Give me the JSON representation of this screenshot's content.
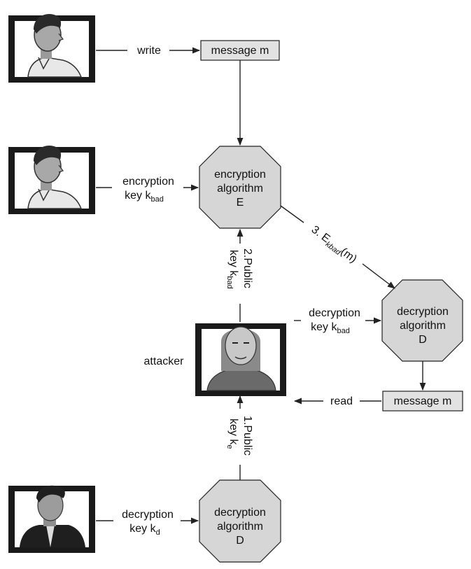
{
  "labels": {
    "write": "write",
    "message_top": "message m",
    "enc_key_line1": "encryption",
    "enc_key_line2": "key k",
    "enc_key_sub": "bad",
    "enc_alg_line1": "encryption",
    "enc_alg_line2": "algorithm",
    "enc_alg_line3": "E",
    "step3_prefix": "3. E",
    "step3_sub": "kbad",
    "step3_suffix": "(m)",
    "step2_line1": "2.Public",
    "step2_line2": "key k",
    "step2_sub": "bad",
    "dec_key_bad_line1": "decryption",
    "dec_key_bad_line2": "key k",
    "dec_key_bad_sub": "bad",
    "dec_alg_right_line1": "decryption",
    "dec_alg_right_line2": "algorithm",
    "dec_alg_right_line3": "D",
    "attacker": "attacker",
    "read": "read",
    "message_bottom": "message m",
    "step1_line1": "1.Public",
    "step1_line2": "key k",
    "step1_sub": "e",
    "dec_key_d_line1": "decryption",
    "dec_key_d_line2": "key k",
    "dec_key_d_sub": "d",
    "dec_alg_bottom_line1": "decryption",
    "dec_alg_bottom_line2": "algorithm",
    "dec_alg_bottom_line3": "D"
  },
  "colors": {
    "box_fill": "#e2e2e2",
    "octagon_fill": "#d6d6d6",
    "stroke": "#222222",
    "frame": "#1a1a1a"
  }
}
